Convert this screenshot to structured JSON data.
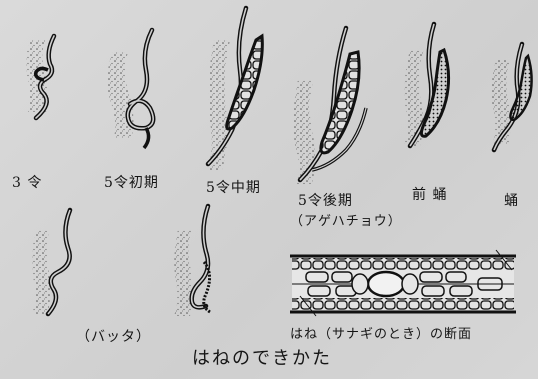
{
  "labels": {
    "stage1": "3 令",
    "stage2": "5令初期",
    "stage3": "5令中期",
    "stage4": "5令後期",
    "stage4_note": "（アゲハチョウ）",
    "stage5": "前 蛹",
    "stage6": "蛹",
    "grasshopper": "（バッタ）",
    "cross_section": "はね（サナギのとき）の断面",
    "title": "はねのできかた"
  }
}
